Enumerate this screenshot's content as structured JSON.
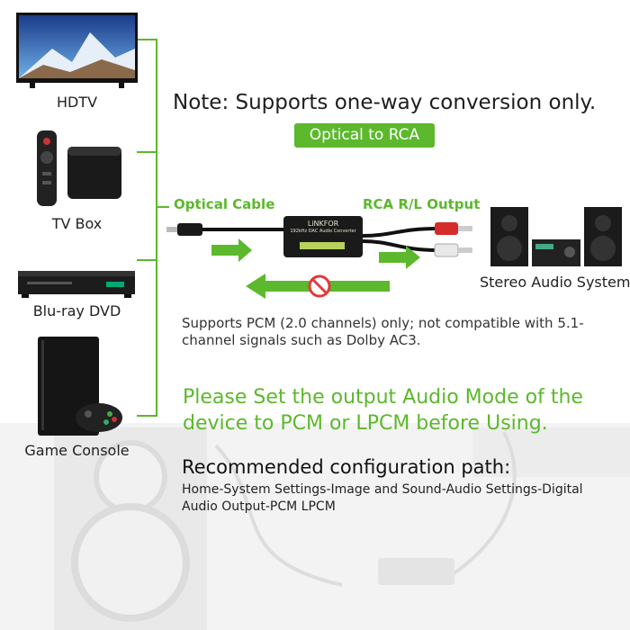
{
  "devices": [
    {
      "label": "HDTV",
      "icon": "hdtv-icon"
    },
    {
      "label": "TV Box",
      "icon": "tv-box-icon"
    },
    {
      "label": "Blu-ray DVD",
      "icon": "bluray-player-icon"
    },
    {
      "label": "Game Console",
      "icon": "game-console-icon"
    }
  ],
  "note": "Note: Supports one-way conversion only.",
  "mode_badge": "Optical to RCA",
  "optical_label": "Optical Cable",
  "rca_label": "RCA R/L Output",
  "converter": {
    "brand": "LiNKFOR",
    "model": "192kHz DAC Audio Converter",
    "badge": "Optical to RCA"
  },
  "stereo_label": "Stereo Audio System",
  "pcm_note": "Supports PCM (2.0 channels) only; not compatible with 5.1-channel signals such as Dolby AC3.",
  "set_mode": "Please Set the output Audio Mode of the device to PCM or LPCM before Using.",
  "recommended_title": "Recommended configuration path:",
  "recommended_path": "Home-System Settings-Image and Sound-Audio Settings-Digital Audio Output-PCM LPCM",
  "colors": {
    "accent_green": "#5cb82c",
    "forbidden_red": "#e23b3b"
  }
}
